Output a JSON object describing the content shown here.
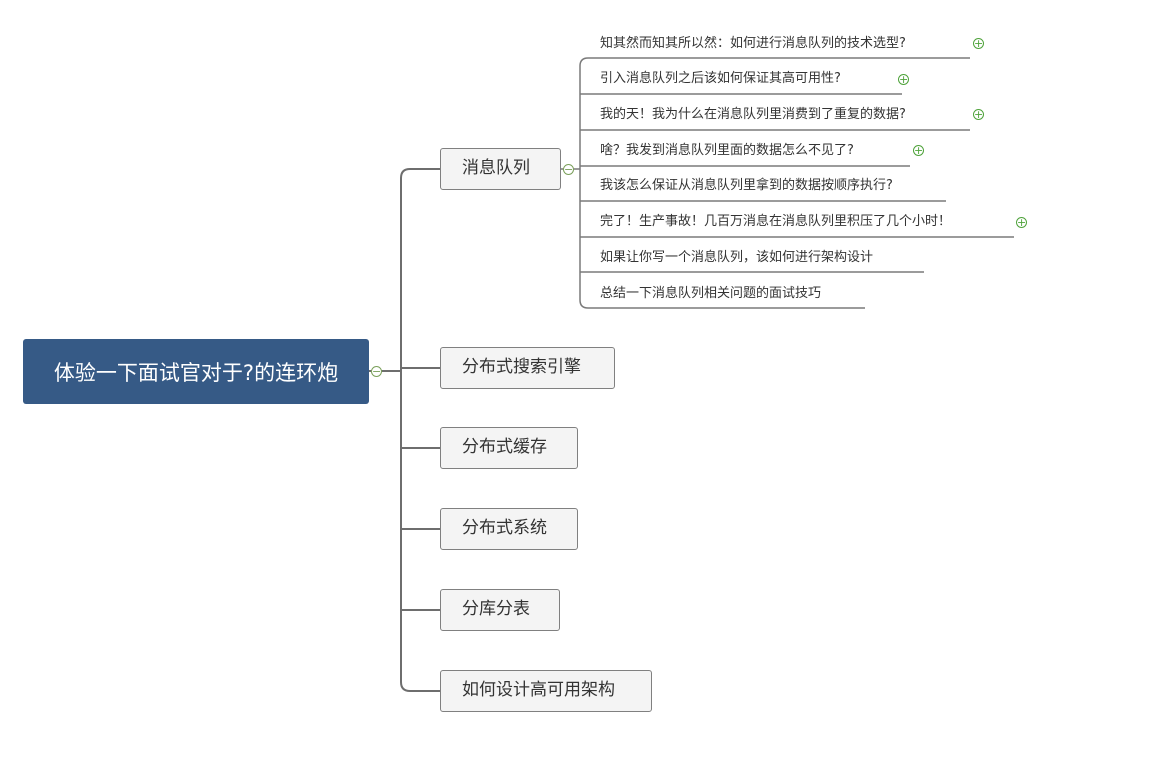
{
  "root": {
    "label": "体验一下面试官对于?的连环炮"
  },
  "branches": [
    {
      "label": "消息队列"
    },
    {
      "label": "分布式搜索引擎"
    },
    {
      "label": "分布式缓存"
    },
    {
      "label": "分布式系统"
    },
    {
      "label": "分库分表"
    },
    {
      "label": "如何设计高可用架构"
    }
  ],
  "mq_children": [
    {
      "label": "知其然而知其所以然：如何进行消息队列的技术选型?",
      "collapsed": true
    },
    {
      "label": "引入消息队列之后该如何保证其高可用性?",
      "collapsed": true
    },
    {
      "label": "我的天！我为什么在消息队列里消费到了重复的数据?",
      "collapsed": true
    },
    {
      "label": "啥？我发到消息队列里面的数据怎么不见了?",
      "collapsed": true
    },
    {
      "label": "我该怎么保证从消息队列里拿到的数据按顺序执行?",
      "collapsed": false
    },
    {
      "label": "完了！生产事故！几百万消息在消息队列里积压了几个小时！",
      "collapsed": true
    },
    {
      "label": "如果让你写一个消息队列，该如何进行架构设计",
      "collapsed": false
    },
    {
      "label": "总结一下消息队列相关问题的面试技巧",
      "collapsed": false
    }
  ],
  "icons": {
    "collapse": "minus-circle-icon",
    "expand": "plus-circle-icon"
  },
  "colors": {
    "root_fill": "#365a86",
    "node_border": "#808080",
    "node_fill": "#f4f4f4",
    "expand_icon": "#4fa33b"
  }
}
